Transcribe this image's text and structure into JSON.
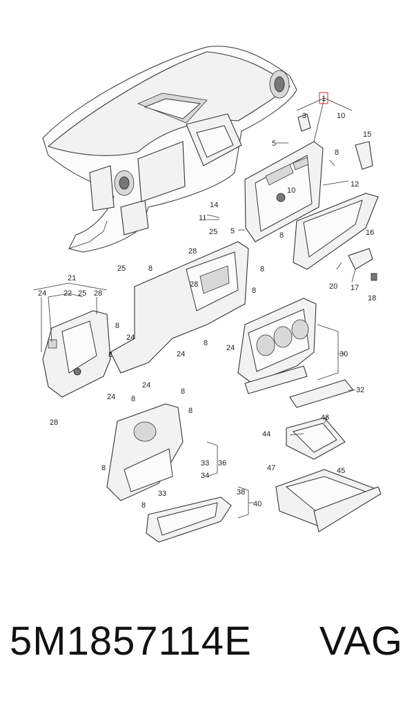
{
  "diagram": {
    "callouts": {
      "c1": "1",
      "c3": "3",
      "c10a": "10",
      "c5a": "5",
      "c15": "15",
      "c8a": "8",
      "c10b": "10",
      "c12": "12",
      "c14": "14",
      "c11": "11",
      "c25a": "25",
      "c5b": "5",
      "c8b": "8",
      "c16": "16",
      "c28a": "28",
      "c8c": "8",
      "c25b": "25",
      "c8d": "8",
      "c21": "21",
      "c24a": "24",
      "c22": "22",
      "c25c": "25",
      "c28b": "28",
      "c28c": "28",
      "c8e": "8",
      "c20": "20",
      "c17": "17",
      "c18": "18",
      "c8f": "8",
      "c24b": "24",
      "c8g": "8",
      "c24c": "24",
      "c24d": "24",
      "c24e": "24",
      "c8h": "8",
      "c30": "30",
      "c24f": "24",
      "c8i": "8",
      "c32": "32",
      "c28d": "28",
      "c8j": "8",
      "c8k": "8",
      "c44": "44",
      "c46": "46",
      "c33a": "33",
      "c36": "36",
      "c8l": "8",
      "c34": "34",
      "c47": "47",
      "c45": "45",
      "c33b": "33",
      "c8m": "8",
      "c38": "38",
      "c40": "40"
    }
  },
  "footer": {
    "part_number": "5M1857114E",
    "brand": "VAG"
  },
  "colors": {
    "highlight": "#dd2222",
    "line": "#333333"
  }
}
